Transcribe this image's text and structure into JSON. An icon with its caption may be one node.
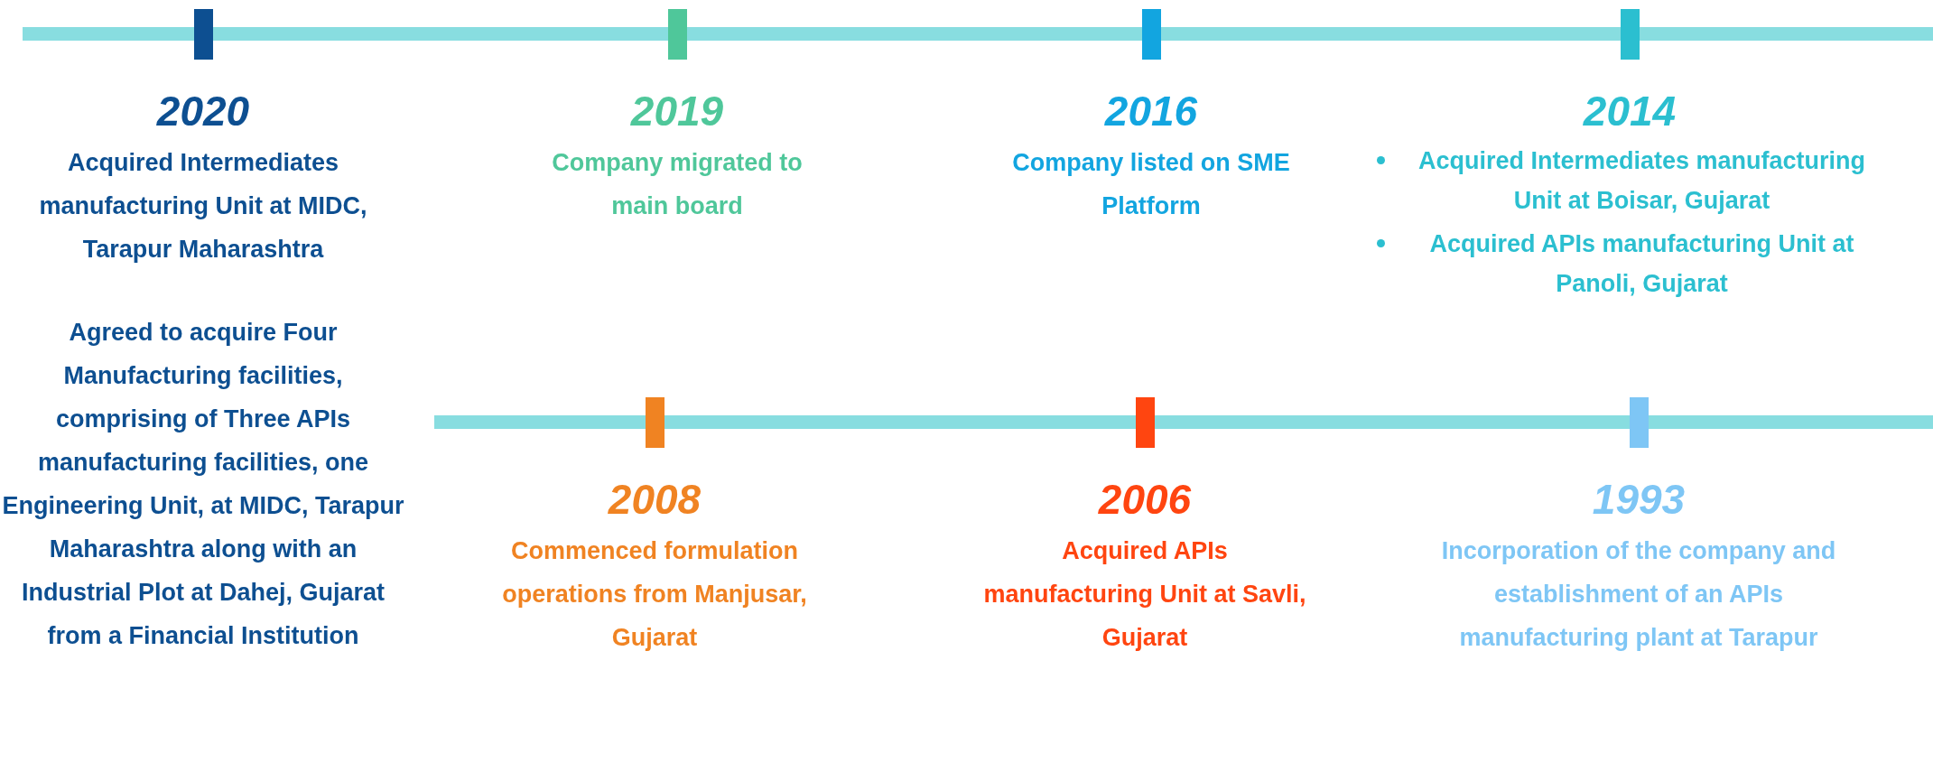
{
  "diagram": {
    "nodes": [
      {
        "text": [
          "2020",
          "Acquired Intermediates manufacturing Unit at MIDC, Tarapur Maharashtra",
          "Agreed to acquire Four Manufacturing facilities, comprising of Three APIs manufacturing facilities, one Engineering Unit, at MIDC, Tarapur Maharashtra along with an Industrial Plot at Dahej, Gujarat from a Financial Institution"
        ]
      },
      {
        "text": [
          "2019",
          "Company migrated to main board"
        ]
      },
      {
        "text": [
          "2016",
          "Company listed on SME Platform"
        ]
      },
      {
        "text": [
          "2014",
          "Acquired Intermediates manufacturing Unit at Boisar, Gujarat",
          "Acquired APIs manufacturing Unit at Panoli, Gujarat"
        ]
      },
      {
        "text": [
          "2008",
          "Commenced formulation operations from Manjusar, Gujarat"
        ]
      },
      {
        "text": [
          "2006",
          "Acquired APIs manufacturing Unit at Savli, Gujarat"
        ]
      },
      {
        "text": [
          "1993",
          "Incorporation of the company and establishment of an APIs manufacturing plant at Tarapur"
        ]
      }
    ]
  }
}
